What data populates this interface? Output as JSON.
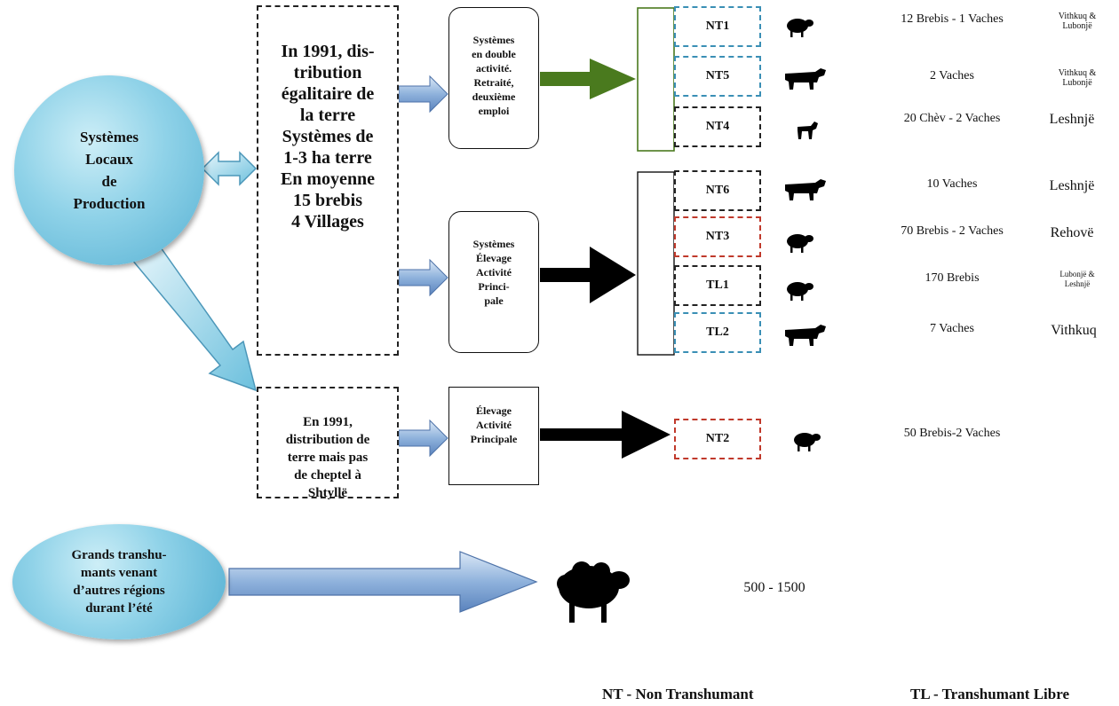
{
  "circle_main": "Systèmes\nLocaux\nde\nProduction",
  "circle_secondary": "Grands transhu-\nmants venant\nd’autres régions\ndurant l’été",
  "box_1991_equal": "In 1991, dis-\ntribution\négalitaire de\nla terre\nSystèmes de\n1-3 ha terre\nEn moyenne\n15 brebis\n4 Villages",
  "box_1991_no_cattle": "En 1991,\ndistribution de\nterre mais pas\nde cheptel à\nShtyllë",
  "sys_double": "Systèmes\nen double\nactivité.\nRetraité,\ndeuxième\nemploi",
  "sys_elevage": "Systèmes\nÉlevage\nActivité\nPrinci-\npale",
  "sys_elevage2": "Élevage\nActivité\nPrincipale",
  "rows": [
    {
      "code": "NT1",
      "animal": "sheep",
      "herd": "12 Brebis - 1 Vaches",
      "village": "Vithkuq &\nLubonjë",
      "border": "#3a8fb5"
    },
    {
      "code": "NT5",
      "animal": "cow",
      "herd": "2 Vaches",
      "village": "Vithkuq &\nLubonjë",
      "border": "#3a8fb5"
    },
    {
      "code": "NT4",
      "animal": "goat",
      "herd": "20 Chèv - 2 Vaches",
      "village": "Leshnjë",
      "border": "#222222"
    },
    {
      "code": "NT6",
      "animal": "cow",
      "herd": "10 Vaches",
      "village": "Leshnjë",
      "border": "#222222"
    },
    {
      "code": "NT3",
      "animal": "sheep",
      "herd": "70 Brebis - 2 Vaches",
      "village": "Rehovë",
      "border": "#c0392b"
    },
    {
      "code": "TL1",
      "animal": "sheep",
      "herd": "170 Brebis",
      "village": "Lubonjë &\nLeshnjë",
      "border": "#222222"
    },
    {
      "code": "TL2",
      "animal": "cow",
      "herd": "7 Vaches",
      "village": "Vithkuq",
      "border": "#3a8fb5"
    },
    {
      "code": "NT2",
      "animal": "sheep",
      "herd": "50 Brebis-2 Vaches",
      "village": "",
      "border": "#c0392b"
    }
  ],
  "big_herd": "500 - 1500",
  "legend_nt": "NT - Non Transhumant",
  "legend_tl": "TL - Transhumant Libre",
  "colors": {
    "green_arrow": "#4a7a1e",
    "blue_arrow": "#7ea6d6",
    "circle": "#8fd2e8"
  }
}
